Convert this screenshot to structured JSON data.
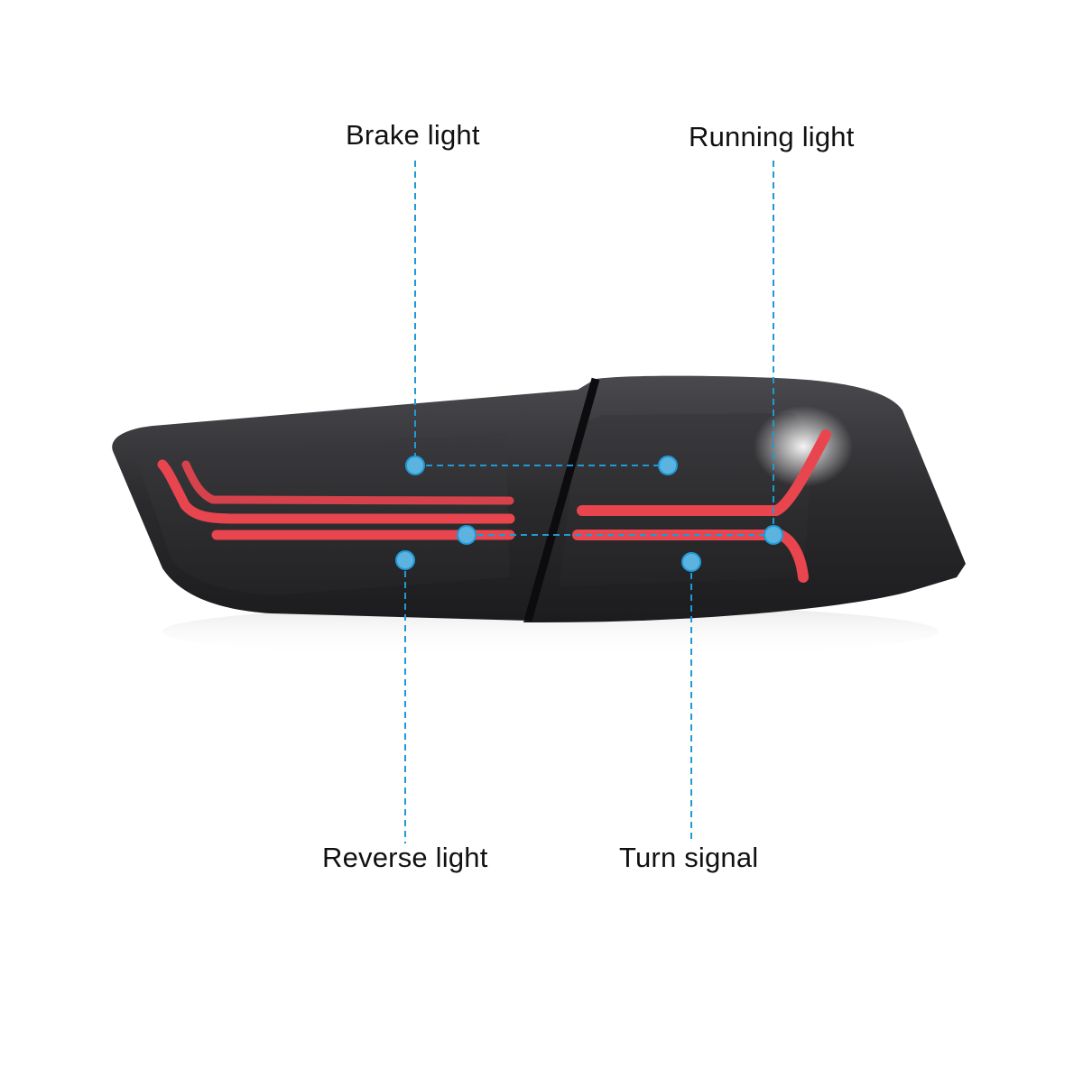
{
  "labels": {
    "brake": "Brake light",
    "running": "Running light",
    "reverse": "Reverse light",
    "turn": "Turn signal"
  },
  "colors": {
    "callout_line": "#1f9ad6",
    "callout_dot": "#5cb3df",
    "light_bar": "#e8454f",
    "housing": "#2a2a2c"
  },
  "callouts": [
    {
      "name": "brake-light",
      "dots": [
        [
          460,
          516
        ],
        [
          740,
          516
        ]
      ]
    },
    {
      "name": "running-light",
      "dots": [
        [
          517,
          593
        ],
        [
          857,
          593
        ]
      ]
    },
    {
      "name": "reverse-light",
      "dots": [
        [
          449,
          621
        ]
      ]
    },
    {
      "name": "turn-signal",
      "dots": [
        [
          766,
          623
        ]
      ]
    }
  ]
}
